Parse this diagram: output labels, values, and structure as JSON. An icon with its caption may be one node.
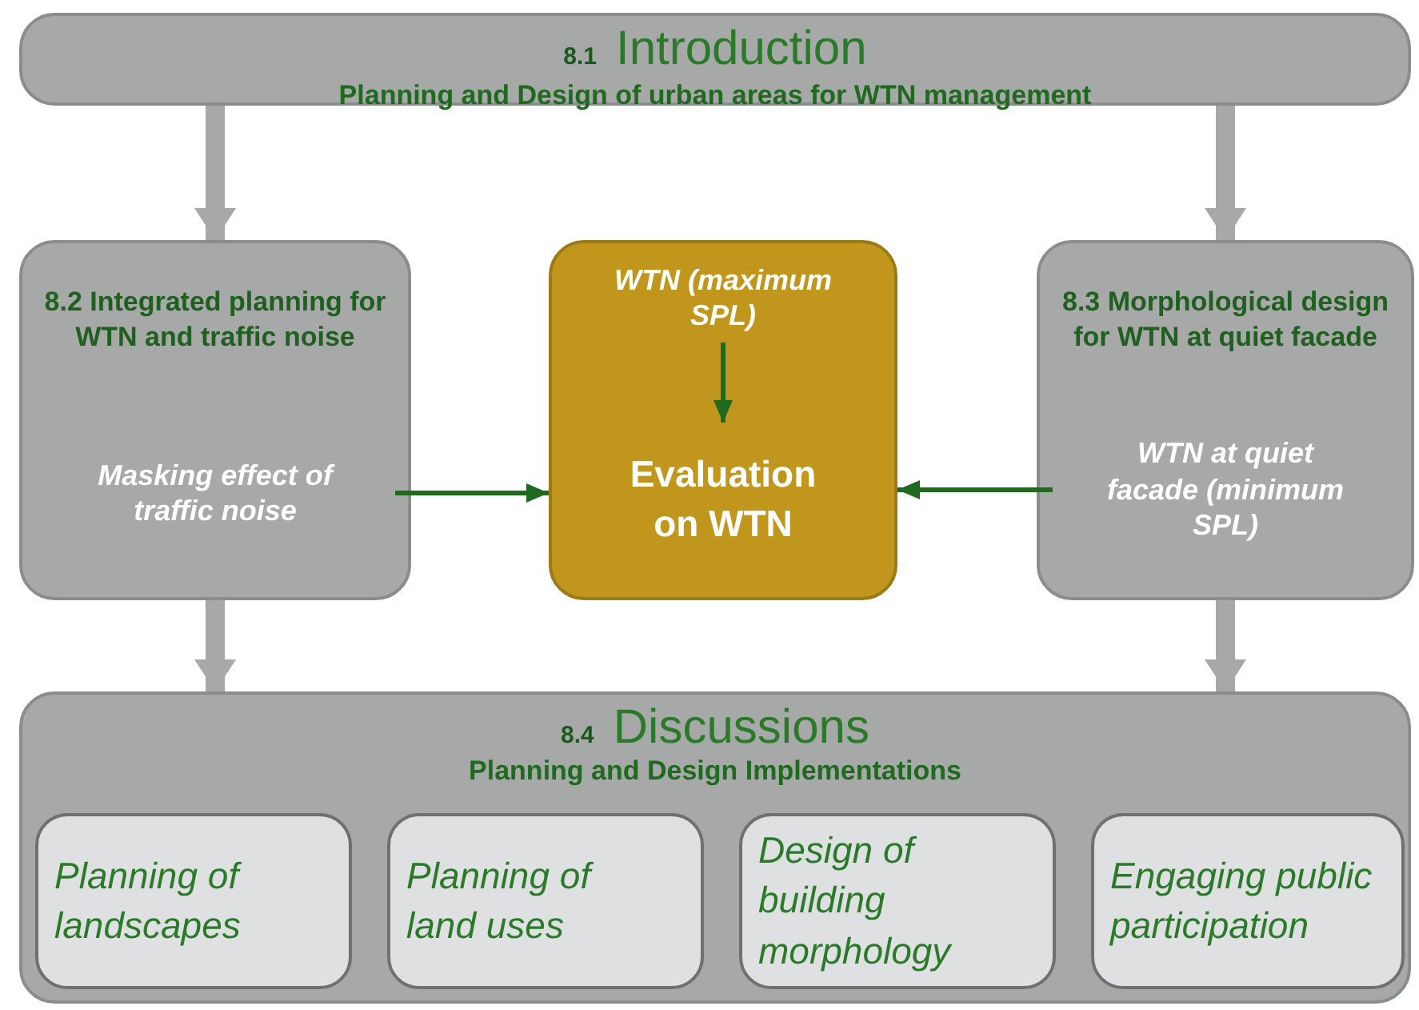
{
  "diagram": {
    "nodes": [
      {
        "text": [
          "8.1",
          "Introduction",
          "Planning and Design of urban areas for WTN management"
        ]
      },
      {
        "text": [
          "8.2 Integrated planning for WTN and traffic noise"
        ]
      },
      {
        "text": [
          "Masking effect of traffic noise"
        ],
        "in": 1
      },
      {
        "text": [],
        "shape": "box"
      },
      {
        "text": [
          "WTN (maximum SPL)"
        ],
        "in": 3
      },
      {
        "text": [
          "Evaluation on WTN"
        ],
        "in": 3
      },
      {
        "text": [
          "8.3 Morphological design for WTN at quiet facade"
        ]
      },
      {
        "text": [
          "WTN at quiet facade (minimum SPL)"
        ],
        "in": 6
      },
      {
        "text": [
          "8.4",
          "Discussions",
          "Planning and Design Implementations"
        ]
      },
      {
        "text": [
          "Planning of landscapes"
        ],
        "in": 8
      },
      {
        "text": [
          "Planning of land uses"
        ],
        "in": 8
      },
      {
        "text": [
          "Design of building morphology"
        ],
        "in": 8
      },
      {
        "text": [
          "Engaging public participation"
        ],
        "in": 8
      }
    ],
    "edges": [
      {
        "from": 0,
        "to": 1,
        "arrow": "to"
      },
      {
        "from": 0,
        "to": 6,
        "arrow": "to"
      },
      {
        "from": 4,
        "to": 5,
        "arrow": "to",
        "color": "#1f6a1f"
      },
      {
        "from": 2,
        "to": 3,
        "arrow": "to",
        "color": "#1f6a1f"
      },
      {
        "from": 7,
        "to": 3,
        "arrow": "to",
        "color": "#1f6a1f"
      },
      {
        "from": 1,
        "to": 8,
        "arrow": "to"
      },
      {
        "from": 6,
        "to": 8,
        "arrow": "to"
      }
    ]
  }
}
